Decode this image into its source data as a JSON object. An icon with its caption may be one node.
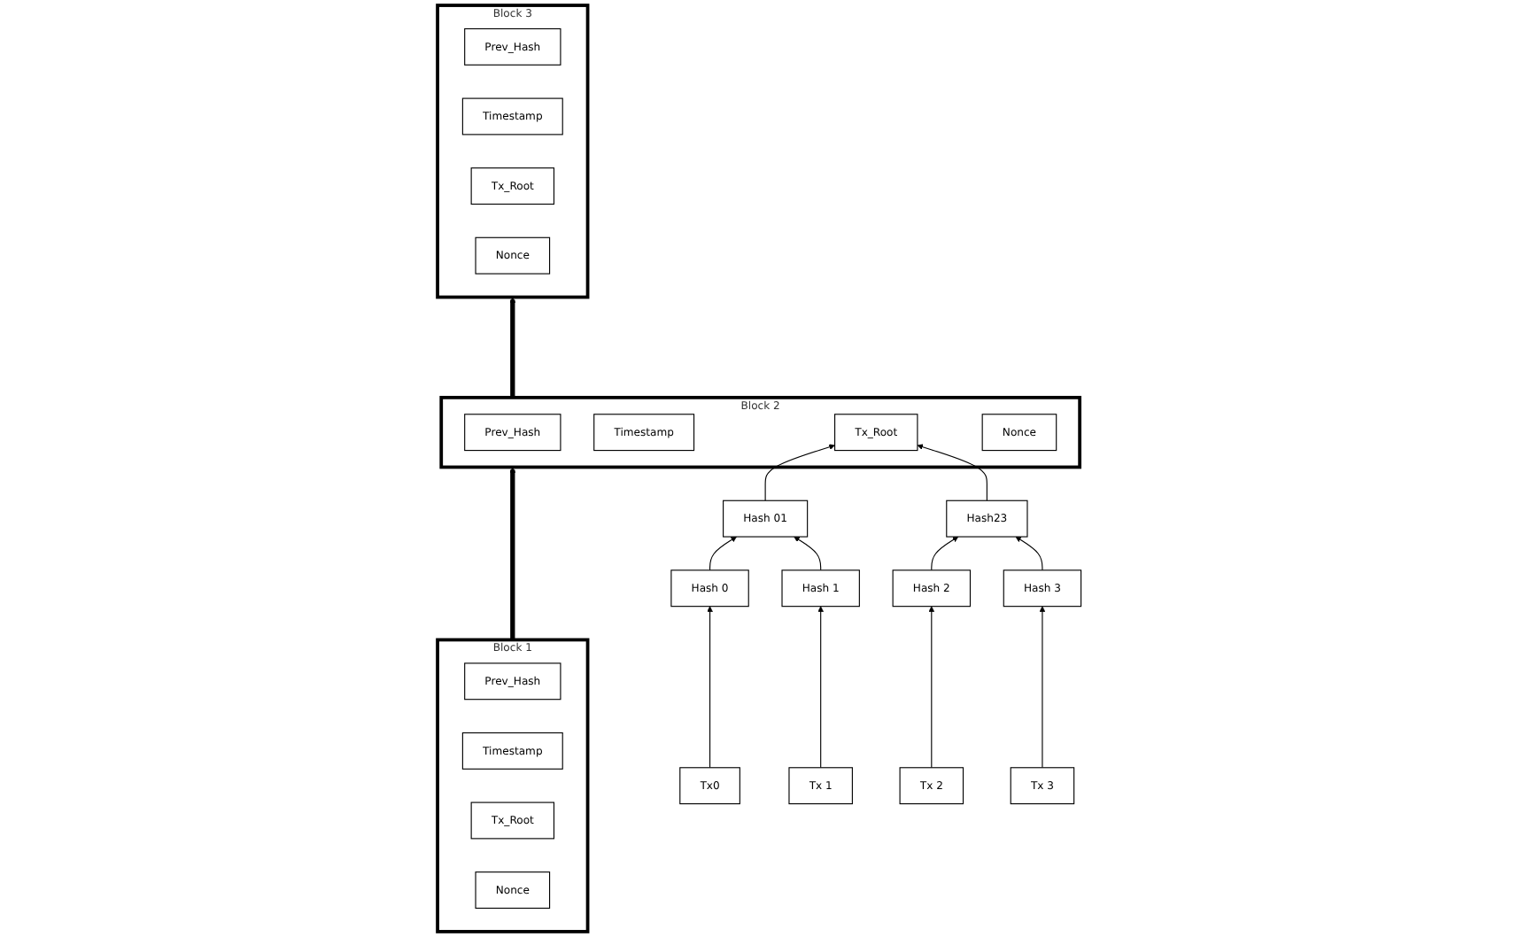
{
  "diagram": {
    "nodes": [
      {
        "text": [
          "Block 1"
        ]
      },
      {
        "text": [
          "Prev_Hash"
        ],
        "in": 0
      },
      {
        "text": [
          "Timestamp"
        ],
        "in": 0
      },
      {
        "text": [
          "Tx_Root"
        ],
        "in": 0
      },
      {
        "text": [
          "Nonce"
        ],
        "in": 0
      },
      {
        "text": [
          "Block 2"
        ]
      },
      {
        "text": [
          "Prev_Hash"
        ],
        "in": 5
      },
      {
        "text": [
          "Timestamp"
        ],
        "in": 5
      },
      {
        "text": [
          "Tx_Root"
        ],
        "in": 5
      },
      {
        "text": [
          "Nonce"
        ],
        "in": 5
      },
      {
        "text": [
          "Block 3"
        ]
      },
      {
        "text": [
          "Prev_Hash"
        ],
        "in": 10
      },
      {
        "text": [
          "Timestamp"
        ],
        "in": 10
      },
      {
        "text": [
          "Tx_Root"
        ],
        "in": 10
      },
      {
        "text": [
          "Nonce"
        ],
        "in": 10
      },
      {
        "text": [
          "Hash 01"
        ]
      },
      {
        "text": [
          "Hash23"
        ]
      },
      {
        "text": [
          "Hash 0"
        ]
      },
      {
        "text": [
          "Hash 1"
        ]
      },
      {
        "text": [
          "Hash 2"
        ]
      },
      {
        "text": [
          "Hash 3"
        ]
      },
      {
        "text": [
          "Tx0"
        ]
      },
      {
        "text": [
          "Tx 1"
        ]
      },
      {
        "text": [
          "Tx 2"
        ]
      },
      {
        "text": [
          "Tx 3"
        ]
      }
    ],
    "edges": [
      {
        "from": 0,
        "to": 5,
        "arrow": "to",
        "style": "thick"
      },
      {
        "from": 5,
        "to": 10,
        "arrow": "to",
        "style": "thick"
      },
      {
        "from": 15,
        "to": 8,
        "arrow": "to"
      },
      {
        "from": 16,
        "to": 8,
        "arrow": "to"
      },
      {
        "from": 17,
        "to": 15,
        "arrow": "to"
      },
      {
        "from": 18,
        "to": 15,
        "arrow": "to"
      },
      {
        "from": 19,
        "to": 16,
        "arrow": "to"
      },
      {
        "from": 20,
        "to": 16,
        "arrow": "to"
      },
      {
        "from": 21,
        "to": 17,
        "arrow": "to"
      },
      {
        "from": 22,
        "to": 18,
        "arrow": "to"
      },
      {
        "from": 23,
        "to": 19,
        "arrow": "to"
      },
      {
        "from": 24,
        "to": 20,
        "arrow": "to"
      }
    ]
  }
}
